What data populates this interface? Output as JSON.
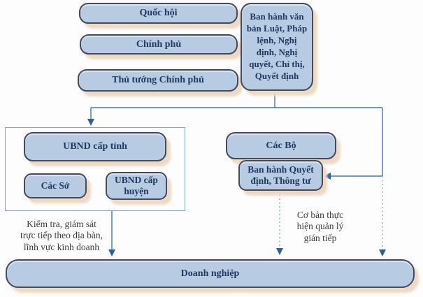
{
  "nodes": {
    "quoc_hoi": "Quốc hội",
    "chinh_phu": "Chính phủ",
    "thu_tuong_chinh_phu": "Thủ tướng Chính phủ",
    "ban_hanh_van_ban": "Ban hành văn\nbản Luật, Pháp\nlệnh, Nghị\nđịnh, Nghị\nquyết, Chỉ thị,\nQuyết định",
    "ubnd_cap_tinh": "UBND cấp tỉnh",
    "cac_so": "Các Sở",
    "ubnd_cap_huyen": "UBND cấp\nhuyện",
    "cac_bo": "Các Bộ",
    "ban_hanh_quyet_dinh": "Ban hành Quyết\nđịnh, Thông tư",
    "doanh_nghiep": "Doanh nghiệp"
  },
  "annotations": {
    "direct_supervision": "Kiểm tra, giám sát\ntrực tiếp theo địa bàn,\nlĩnh vực kinh doanh",
    "indirect_management": "Cơ bản thực\nhiện quản lý\ngián tiếp"
  },
  "colors": {
    "box_fill": "#b7cbe3",
    "box_border": "#414b59",
    "box_text": "#1f3a62",
    "arrow_line": "#4277b6",
    "arrowhead": "#2e5fa3",
    "dotted_line": "#7b9cc8",
    "group_frame_border": "#7da3d0",
    "box_shadow": "#eedac4",
    "annotation_text": "#3c3c3c",
    "background": "#fdfdfd"
  }
}
